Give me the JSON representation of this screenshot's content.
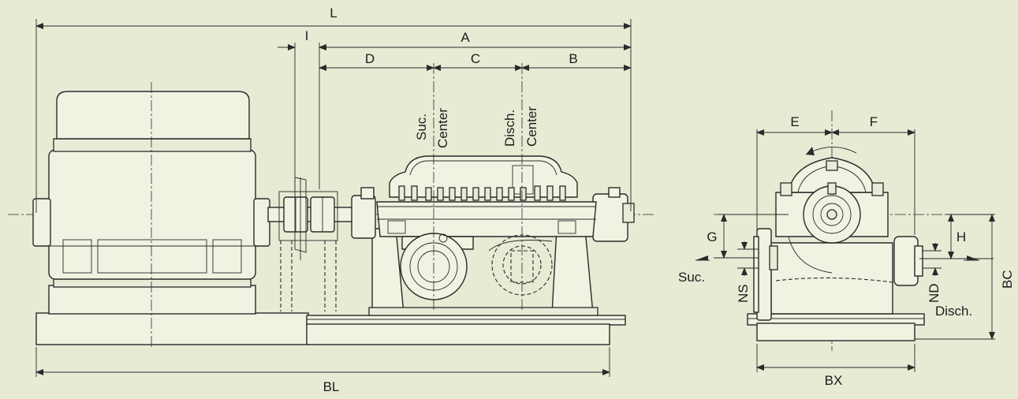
{
  "side_view": {
    "dimensions": {
      "L": "L",
      "I": "I",
      "A": "A",
      "D": "D",
      "C": "C",
      "B": "B",
      "BL": "BL"
    },
    "suction_center": {
      "line1": "Suc.",
      "line2": "Center"
    },
    "discharge_center": {
      "line1": "Disch.",
      "line2": "Center"
    }
  },
  "end_view": {
    "dimensions": {
      "E": "E",
      "F": "F",
      "G": "G",
      "H": "H",
      "NS": "NS",
      "ND": "ND",
      "BC": "BC",
      "BX": "BX"
    },
    "suction_label": "Suc.",
    "discharge_label": "Disch."
  },
  "colors": {
    "background": "#e8ead4",
    "line": "#2a2a2a",
    "body_fill": "#f1f2e2"
  }
}
